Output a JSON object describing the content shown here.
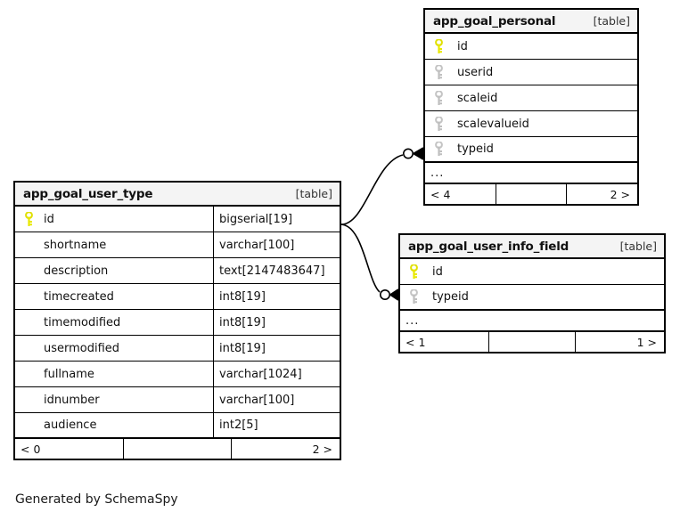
{
  "diagram": {
    "caption": "Generated by SchemaSpy",
    "table_tag": "[table]",
    "ellipsis": "...",
    "colors": {
      "primary_key": "#e8e800",
      "foreign_key": "#bfbfbf",
      "border": "#000000",
      "header_background": "#f4f4f4",
      "page_background": "#ffffff"
    }
  },
  "tables": {
    "app_goal_user_type": {
      "name": "app_goal_user_type",
      "tag": "[table]",
      "columns": [
        {
          "key": "primary-key",
          "name": "id",
          "type": "bigserial[19]"
        },
        {
          "key": "none",
          "name": "shortname",
          "type": "varchar[100]"
        },
        {
          "key": "none",
          "name": "description",
          "type": "text[2147483647]"
        },
        {
          "key": "none",
          "name": "timecreated",
          "type": "int8[19]"
        },
        {
          "key": "none",
          "name": "timemodified",
          "type": "int8[19]"
        },
        {
          "key": "none",
          "name": "usermodified",
          "type": "int8[19]"
        },
        {
          "key": "none",
          "name": "fullname",
          "type": "varchar[1024]"
        },
        {
          "key": "none",
          "name": "idnumber",
          "type": "varchar[100]"
        },
        {
          "key": "none",
          "name": "audience",
          "type": "int2[5]"
        }
      ],
      "has_ellipsis": false,
      "footer": {
        "left": "< 0",
        "middle": "",
        "right": "2 >"
      }
    },
    "app_goal_personal": {
      "name": "app_goal_personal",
      "tag": "[table]",
      "columns": [
        {
          "key": "primary-key",
          "name": "id"
        },
        {
          "key": "foreign-key",
          "name": "userid"
        },
        {
          "key": "foreign-key",
          "name": "scaleid"
        },
        {
          "key": "foreign-key",
          "name": "scalevalueid"
        },
        {
          "key": "foreign-key",
          "name": "typeid"
        }
      ],
      "has_ellipsis": true,
      "footer": {
        "left": "< 4",
        "middle": "",
        "right": "2 >"
      }
    },
    "app_goal_user_info_field": {
      "name": "app_goal_user_info_field",
      "tag": "[table]",
      "columns": [
        {
          "key": "primary-key",
          "name": "id"
        },
        {
          "key": "foreign-key",
          "name": "typeid"
        }
      ],
      "has_ellipsis": true,
      "footer": {
        "left": "< 1",
        "middle": "",
        "right": "1 >"
      }
    }
  },
  "relationships": [
    {
      "name": "app_goal_user_type-to-app_goal_personal",
      "from_table": "app_goal_user_type",
      "from_column": "id",
      "to_table": "app_goal_personal",
      "to_column": "typeid"
    },
    {
      "name": "app_goal_user_type-to-app_goal_user_info_field",
      "from_table": "app_goal_user_type",
      "from_column": "id",
      "to_table": "app_goal_user_info_field",
      "to_column": "typeid"
    }
  ]
}
